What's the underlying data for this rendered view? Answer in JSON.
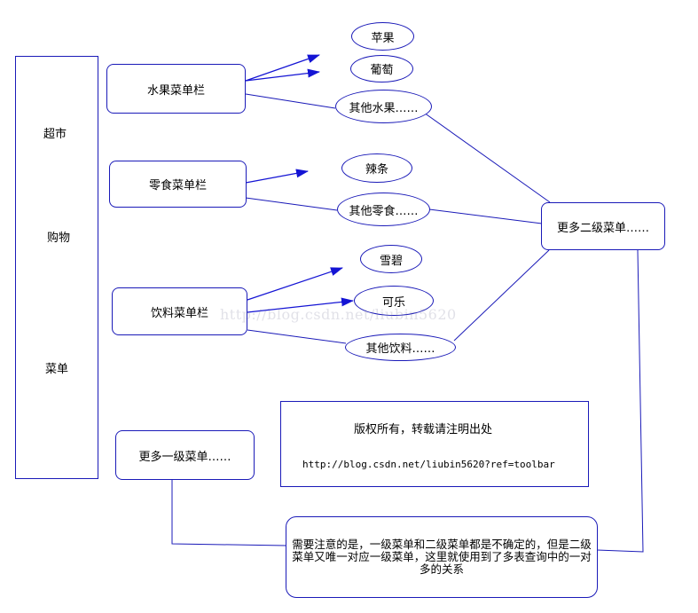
{
  "root": {
    "lines": [
      "超市",
      "购物",
      "菜单"
    ]
  },
  "level1": {
    "fruit": "水果菜单栏",
    "snack": "零食菜单栏",
    "drink": "饮料菜单栏",
    "more": "更多一级菜单……"
  },
  "level2": {
    "apple": "苹果",
    "grape": "葡萄",
    "other_fruit": "其他水果……",
    "spicy": "辣条",
    "other_snack": "其他零食……",
    "sprite": "雪碧",
    "cola": "可乐",
    "other_drink": "其他饮料……",
    "more": "更多二级菜单……"
  },
  "copyright": {
    "line1": "版权所有，转载请注明出处",
    "line2": "http://blog.csdn.net/liubin5620?ref=toolbar"
  },
  "note": "需要注意的是，一级菜单和二级菜单都是不确定的，但是二级菜单又唯一对应一级菜单，这里就使用到了多表查询中的一对多的关系",
  "watermark": "http://blog.csdn.net/liubin5620",
  "colors": {
    "line": "#1a1ab8",
    "arrow": "#1414d4"
  }
}
